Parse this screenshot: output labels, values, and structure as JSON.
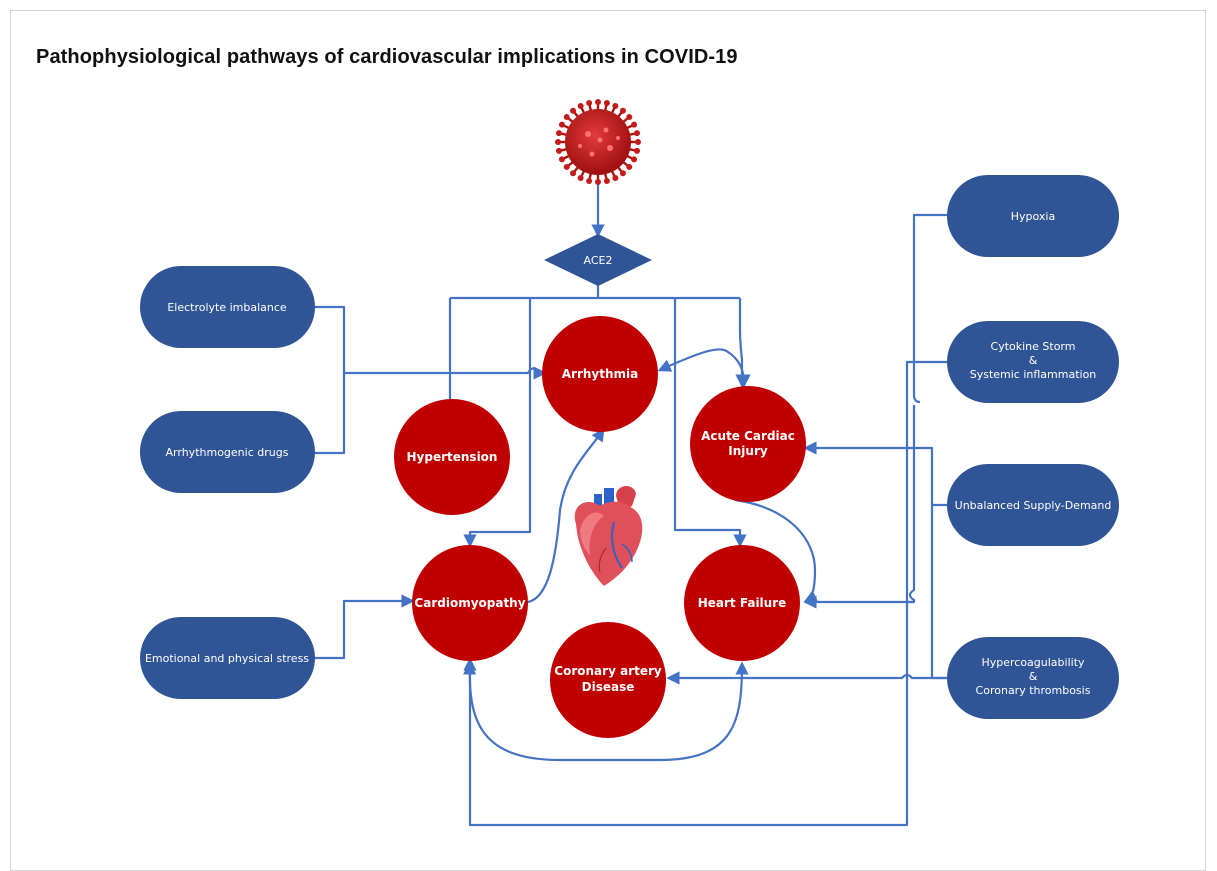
{
  "title": "Pathophysiological pathways of cardiovascular implications in COVID-19",
  "colors": {
    "pill": "#2f5597",
    "node": "#c00000",
    "arrow": "#4472c4",
    "virus": "#c00000",
    "heart": "#e0505a"
  },
  "receptor": {
    "label": "ACE2"
  },
  "causes_left": {
    "electrolyte": "Electrolyte imbalance",
    "drugs": "Arrhythmogenic drugs",
    "stress": "Emotional and physical stress"
  },
  "causes_right": {
    "hypoxia": "Hypoxia",
    "cytokine": [
      "Cytokine Storm",
      "&",
      "Systemic inflammation"
    ],
    "supply": "Unbalanced Supply-Demand",
    "coagulation": [
      "Hypercoagulability",
      "&",
      "Coronary thrombosis"
    ]
  },
  "outcomes": {
    "arrhythmia": "Arrhythmia",
    "hypertension": "Hypertension",
    "acute_injury": [
      "Acute Cardiac",
      "Injury"
    ],
    "cardiomyopathy": "Cardiomyopathy",
    "heart_failure": "Heart Failure",
    "cad": [
      "Coronary artery",
      "Disease"
    ]
  },
  "icons": {
    "virus": "coronavirus-icon",
    "heart": "anatomical-heart-icon"
  }
}
